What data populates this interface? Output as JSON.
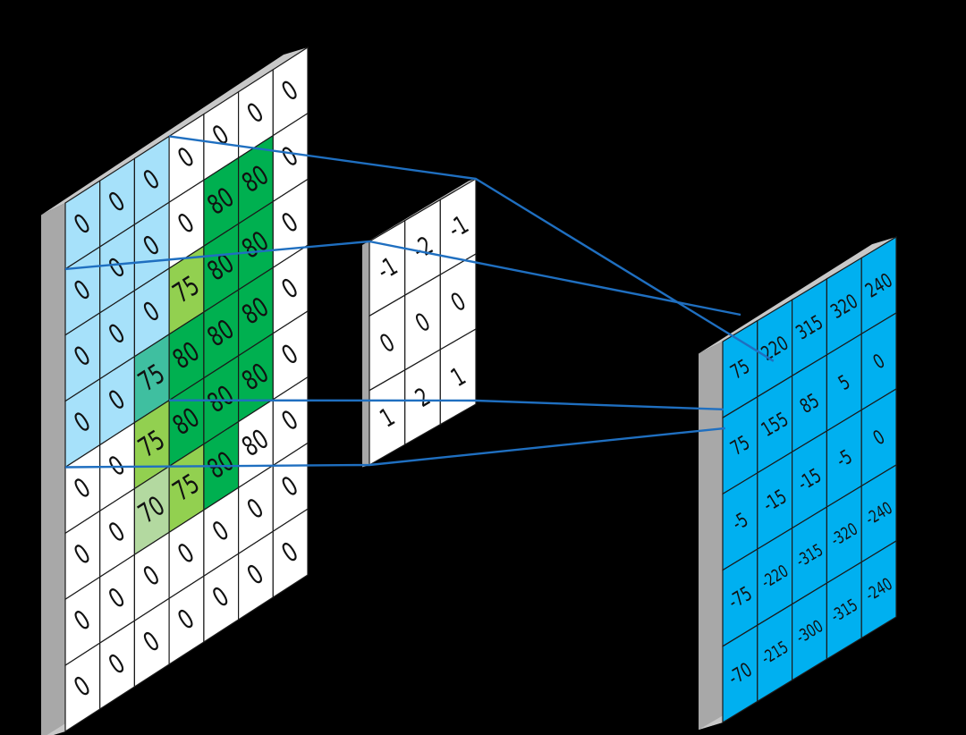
{
  "colors": {
    "background": "#000000",
    "frame_edge": "#a8a8a8",
    "frame_top": "#c8c8c8",
    "grid_line": "#1a1a1a",
    "connector": "#1f6fc0",
    "cell_default": "#ffffff",
    "cell_blue": "#a6e1fa",
    "cell_green": "#00b050",
    "cell_light_green": "#92d050",
    "cell_pale_green": "#b3d9a0",
    "cell_teal": "#3fbfa0",
    "output_fill": "#00b0f0"
  },
  "input_grid": {
    "rows": [
      [
        "0",
        "0",
        "0",
        "0",
        "0",
        "0",
        "0"
      ],
      [
        "0",
        "0",
        "0",
        "0",
        "80",
        "80",
        "0"
      ],
      [
        "0",
        "0",
        "0",
        "75",
        "80",
        "80",
        "0"
      ],
      [
        "0",
        "0",
        "75",
        "80",
        "80",
        "80",
        "0"
      ],
      [
        "0",
        "0",
        "75",
        "80",
        "80",
        "80",
        "0"
      ],
      [
        "0",
        "0",
        "70",
        "75",
        "80",
        "80",
        "0"
      ],
      [
        "0",
        "0",
        "0",
        "0",
        "0",
        "0",
        "0"
      ],
      [
        "0",
        "0",
        "0",
        "0",
        "0",
        "0",
        "0"
      ]
    ],
    "fills": [
      [
        "blue",
        "blue",
        "blue",
        "white",
        "white",
        "white",
        "white"
      ],
      [
        "blue",
        "blue",
        "blue",
        "white",
        "green",
        "green",
        "white"
      ],
      [
        "blue",
        "blue",
        "blue",
        "light_green",
        "green",
        "green",
        "white"
      ],
      [
        "blue",
        "blue",
        "teal",
        "green",
        "green",
        "green",
        "white"
      ],
      [
        "white",
        "white",
        "light_green",
        "green",
        "green",
        "green",
        "white"
      ],
      [
        "white",
        "white",
        "pale_green",
        "light_green",
        "green",
        "white",
        "white"
      ],
      [
        "white",
        "white",
        "white",
        "white",
        "white",
        "white",
        "white"
      ],
      [
        "white",
        "white",
        "white",
        "white",
        "white",
        "white",
        "white"
      ]
    ]
  },
  "kernel_grid": {
    "rows": [
      [
        "-1",
        "-2",
        "-1"
      ],
      [
        "0",
        "0",
        "0"
      ],
      [
        "1",
        "2",
        "1"
      ]
    ]
  },
  "output_grid": {
    "rows": [
      [
        "75",
        "220",
        "315",
        "320",
        "240"
      ],
      [
        "75",
        "155",
        "85",
        "5",
        "0"
      ],
      [
        "-5",
        "-15",
        "-15",
        "-5",
        "0"
      ],
      [
        "-75",
        "-220",
        "-315",
        "-320",
        "-240"
      ],
      [
        "-70",
        "-215",
        "-300",
        "-315",
        "-240"
      ]
    ]
  }
}
